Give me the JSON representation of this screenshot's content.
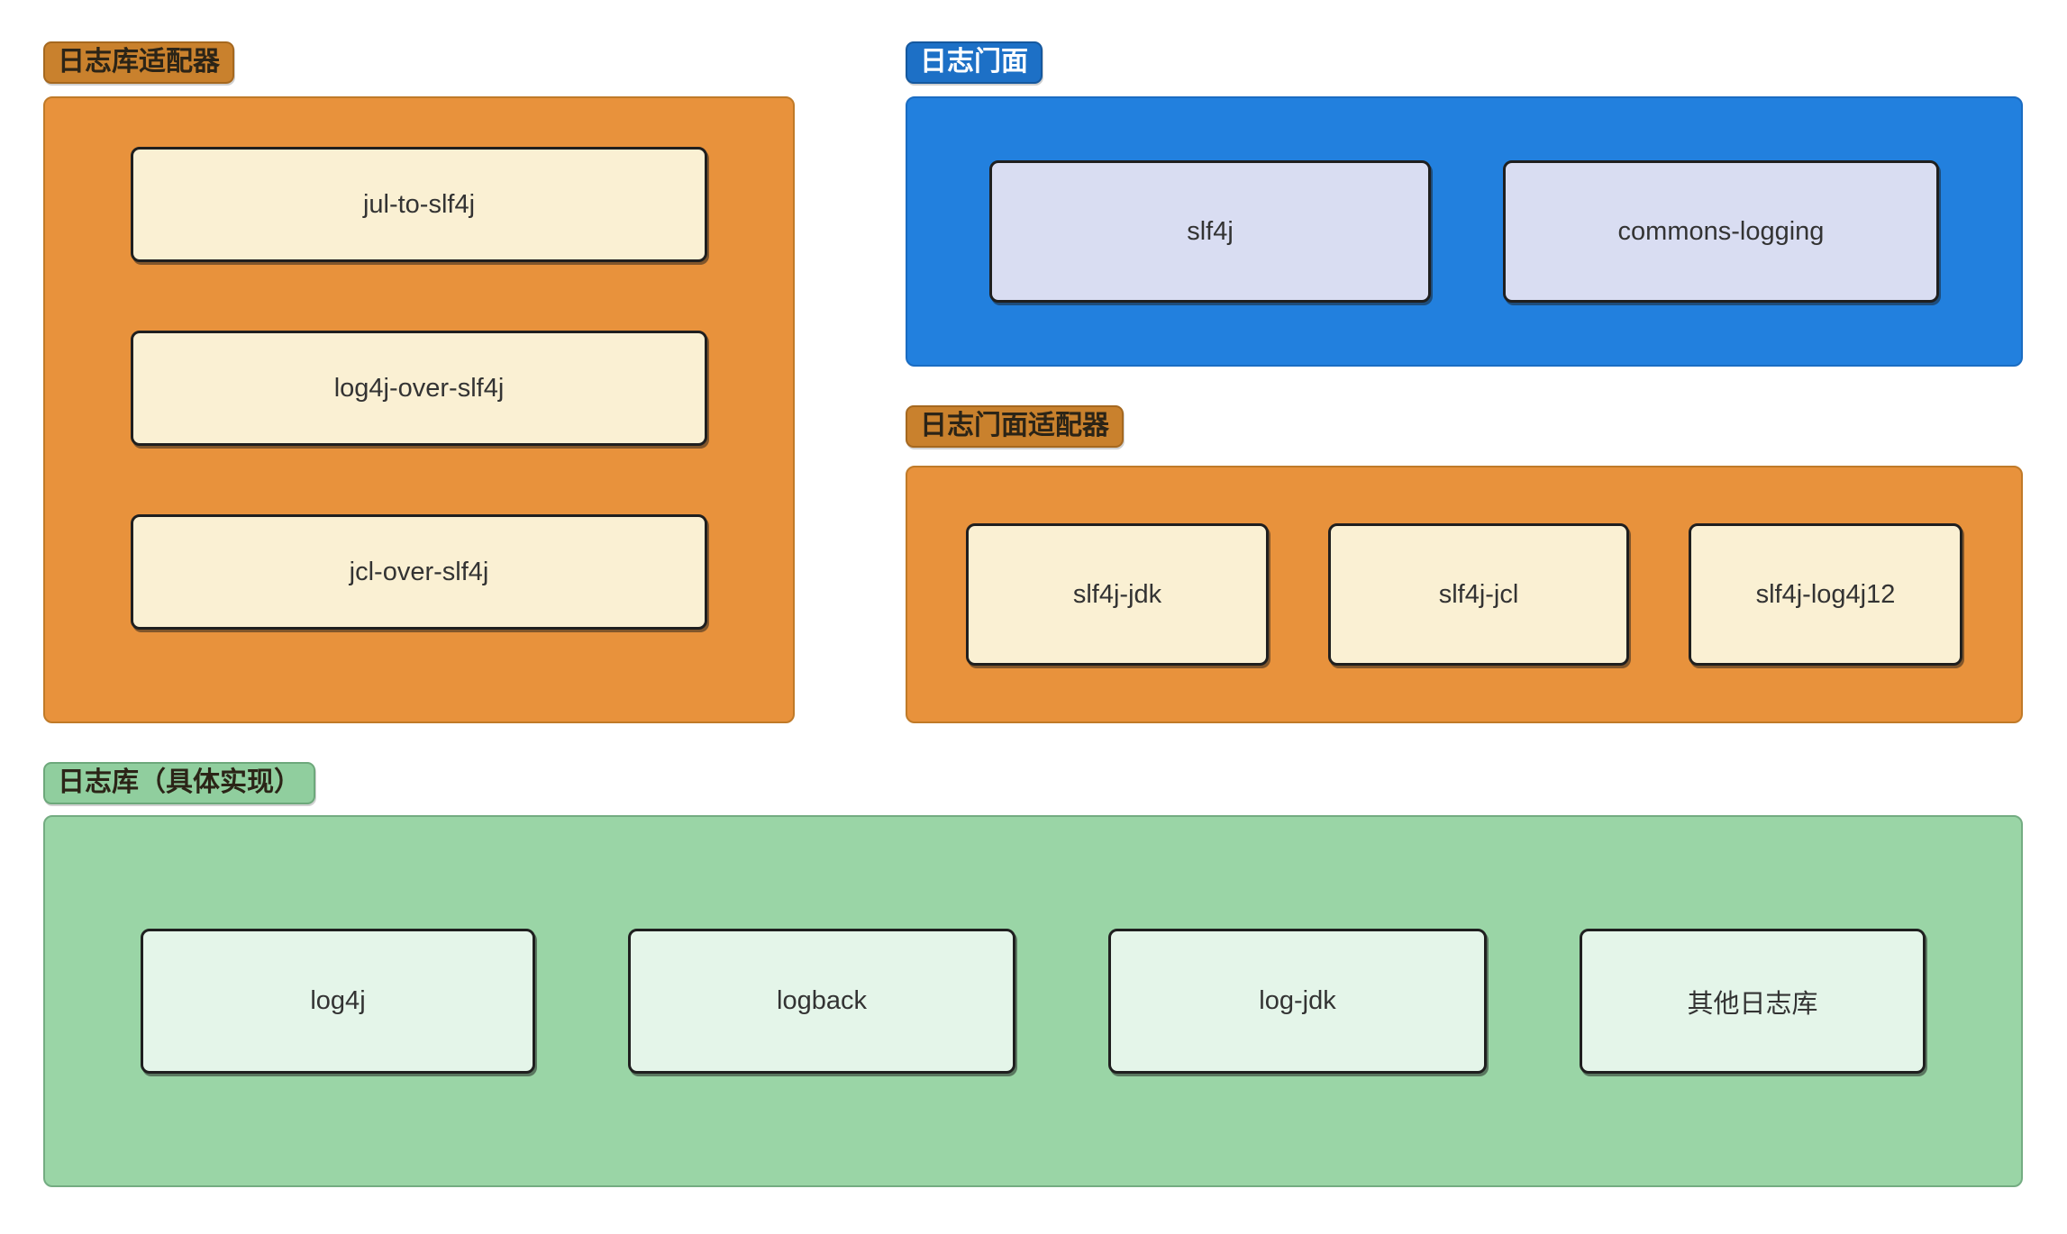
{
  "diagram": {
    "groups": [
      {
        "id": "log-library-adapters",
        "badge": "日志库适配器",
        "scheme": "orange",
        "nodes": [
          "jul-to-slf4j",
          "log4j-over-slf4j",
          "jcl-over-slf4j"
        ]
      },
      {
        "id": "log-facades",
        "badge": "日志门面",
        "scheme": "blue",
        "nodes": [
          "slf4j",
          "commons-logging"
        ]
      },
      {
        "id": "log-facade-adapters",
        "badge": "日志门面适配器",
        "scheme": "orange",
        "nodes": [
          "slf4j-jdk",
          "slf4j-jcl",
          "slf4j-log4j12"
        ]
      },
      {
        "id": "log-libraries-implementations",
        "badge": "日志库（具体实现）",
        "scheme": "green",
        "nodes": [
          "log4j",
          "logback",
          "log-jdk",
          "其他日志库"
        ]
      }
    ]
  },
  "colors": {
    "page-bg": "#FFFFFF",
    "orange-container": "#E8923C",
    "orange-border": "#C07A28",
    "orange-badge": "#C9812D",
    "orange-badge-border": "#A5681F",
    "blue-container": "#2280DE",
    "blue-border": "#1A6CC2",
    "blue-badge": "#1D70C6",
    "blue-badge-border": "#15589E",
    "green-container": "#9AD5A6",
    "green-border": "#74AC82",
    "green-badge": "#90CE9E",
    "green-badge-border": "#6DA87B",
    "node-cream": "#FAF0D3",
    "node-lavender": "#D9DDF2",
    "node-lightgreen": "#E4F5E9",
    "node-border": "#1F1F1F",
    "node-text": "#333333",
    "badge-text-dark": "#2B2417",
    "badge-text-light": "#FFFFFF"
  }
}
